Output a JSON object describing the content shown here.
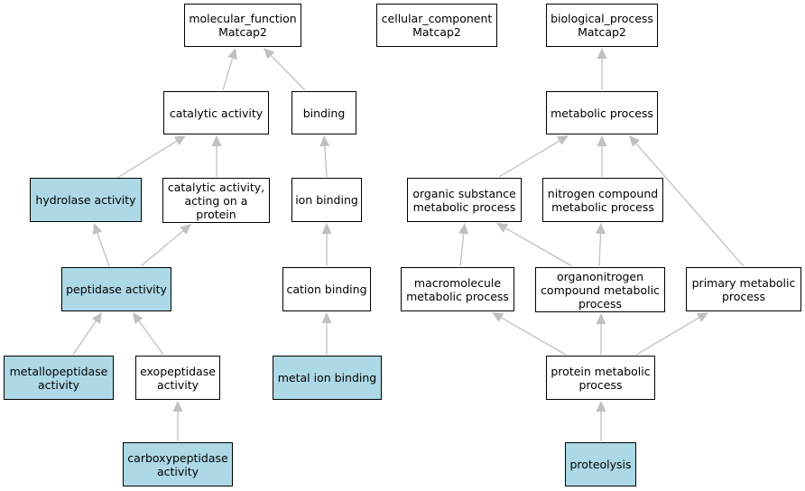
{
  "colors": {
    "highlight": "#add8e6",
    "plain": "#ffffff",
    "edge": "#c0c0c0",
    "border": "#000000"
  },
  "nodes": {
    "molecular_function": {
      "label": "molecular_function\nMatcap2",
      "highlighted": false
    },
    "cellular_component": {
      "label": "cellular_component\nMatcap2",
      "highlighted": false
    },
    "biological_process": {
      "label": "biological_process\nMatcap2",
      "highlighted": false
    },
    "catalytic_activity": {
      "label": "catalytic activity",
      "highlighted": false
    },
    "binding": {
      "label": "binding",
      "highlighted": false
    },
    "metabolic_process": {
      "label": "metabolic process",
      "highlighted": false
    },
    "hydrolase_activity": {
      "label": "hydrolase activity",
      "highlighted": true
    },
    "catalytic_activity_protein": {
      "label": "catalytic activity,\nacting on a\nprotein",
      "highlighted": false
    },
    "ion_binding": {
      "label": "ion binding",
      "highlighted": false
    },
    "organic_substance": {
      "label": "organic substance\nmetabolic process",
      "highlighted": false
    },
    "nitrogen_compound": {
      "label": "nitrogen compound\nmetabolic process",
      "highlighted": false
    },
    "peptidase_activity": {
      "label": "peptidase activity",
      "highlighted": true
    },
    "cation_binding": {
      "label": "cation binding",
      "highlighted": false
    },
    "macromolecule": {
      "label": "macromolecule\nmetabolic process",
      "highlighted": false
    },
    "organonitrogen": {
      "label": "organonitrogen\ncompound metabolic\nprocess",
      "highlighted": false
    },
    "primary_metabolic": {
      "label": "primary metabolic\nprocess",
      "highlighted": false
    },
    "metallopeptidase": {
      "label": "metallopeptidase\nactivity",
      "highlighted": true
    },
    "exopeptidase": {
      "label": "exopeptidase\nactivity",
      "highlighted": false
    },
    "metal_ion_binding": {
      "label": "metal ion binding",
      "highlighted": true
    },
    "protein_metabolic": {
      "label": "protein metabolic\nprocess",
      "highlighted": false
    },
    "carboxypeptidase": {
      "label": "carboxypeptidase\nactivity",
      "highlighted": true
    },
    "proteolysis": {
      "label": "proteolysis",
      "highlighted": true
    }
  },
  "edges": [
    [
      "catalytic_activity",
      "molecular_function"
    ],
    [
      "binding",
      "molecular_function"
    ],
    [
      "hydrolase_activity",
      "catalytic_activity"
    ],
    [
      "catalytic_activity_protein",
      "catalytic_activity"
    ],
    [
      "peptidase_activity",
      "hydrolase_activity"
    ],
    [
      "peptidase_activity",
      "catalytic_activity_protein"
    ],
    [
      "metallopeptidase",
      "peptidase_activity"
    ],
    [
      "exopeptidase",
      "peptidase_activity"
    ],
    [
      "carboxypeptidase",
      "exopeptidase"
    ],
    [
      "ion_binding",
      "binding"
    ],
    [
      "cation_binding",
      "ion_binding"
    ],
    [
      "metal_ion_binding",
      "cation_binding"
    ],
    [
      "organic_substance",
      "metabolic_process"
    ],
    [
      "nitrogen_compound",
      "metabolic_process"
    ],
    [
      "primary_metabolic",
      "metabolic_process"
    ],
    [
      "metabolic_process",
      "biological_process"
    ],
    [
      "macromolecule",
      "organic_substance"
    ],
    [
      "organonitrogen",
      "organic_substance"
    ],
    [
      "organonitrogen",
      "nitrogen_compound"
    ],
    [
      "protein_metabolic",
      "macromolecule"
    ],
    [
      "protein_metabolic",
      "organonitrogen"
    ],
    [
      "protein_metabolic",
      "primary_metabolic"
    ],
    [
      "proteolysis",
      "protein_metabolic"
    ]
  ]
}
